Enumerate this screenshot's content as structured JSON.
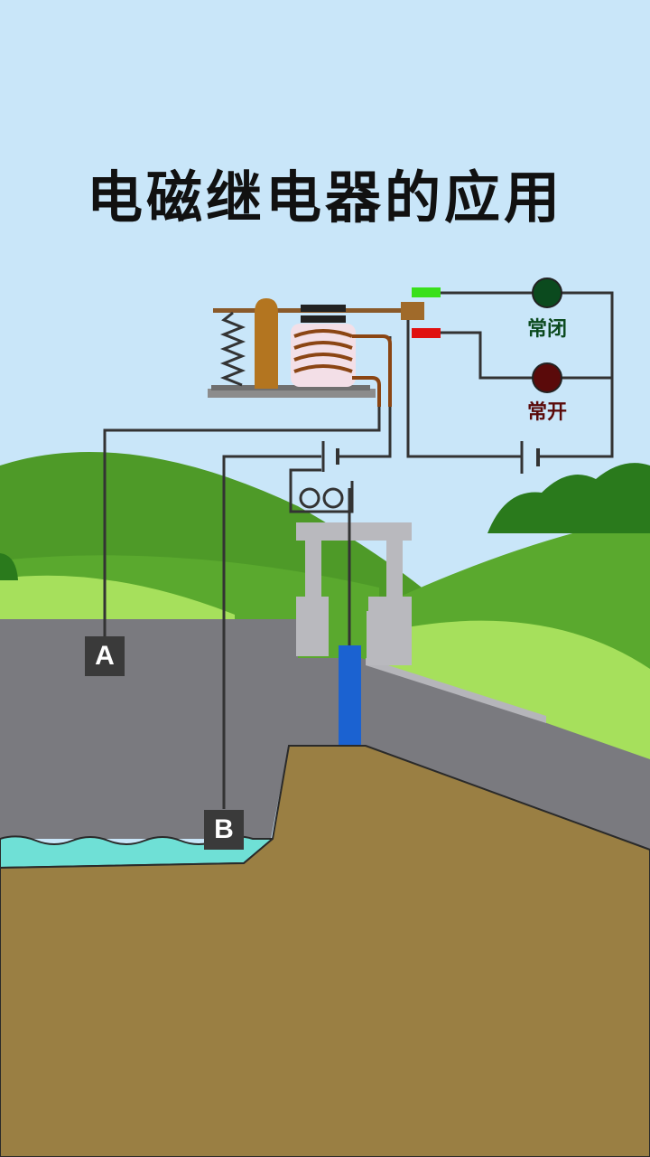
{
  "title": "电磁继电器的应用",
  "lamps": {
    "normally_closed": {
      "label": "常闭",
      "color": "#0b4a1e"
    },
    "normally_open": {
      "label": "常开",
      "color": "#5a0a0a"
    }
  },
  "probes": {
    "a": "A",
    "b": "B"
  },
  "colors": {
    "sky": "#c9e6f9",
    "hill_dark": "#4e9a28",
    "hill_light": "#a6e05c",
    "soil": "#9a7f43",
    "wall": "#7a7a7f",
    "water": "#6fe0d6",
    "gate": "#1b62d1",
    "contact_closed": "#39e01b",
    "contact_open": "#e01010"
  }
}
